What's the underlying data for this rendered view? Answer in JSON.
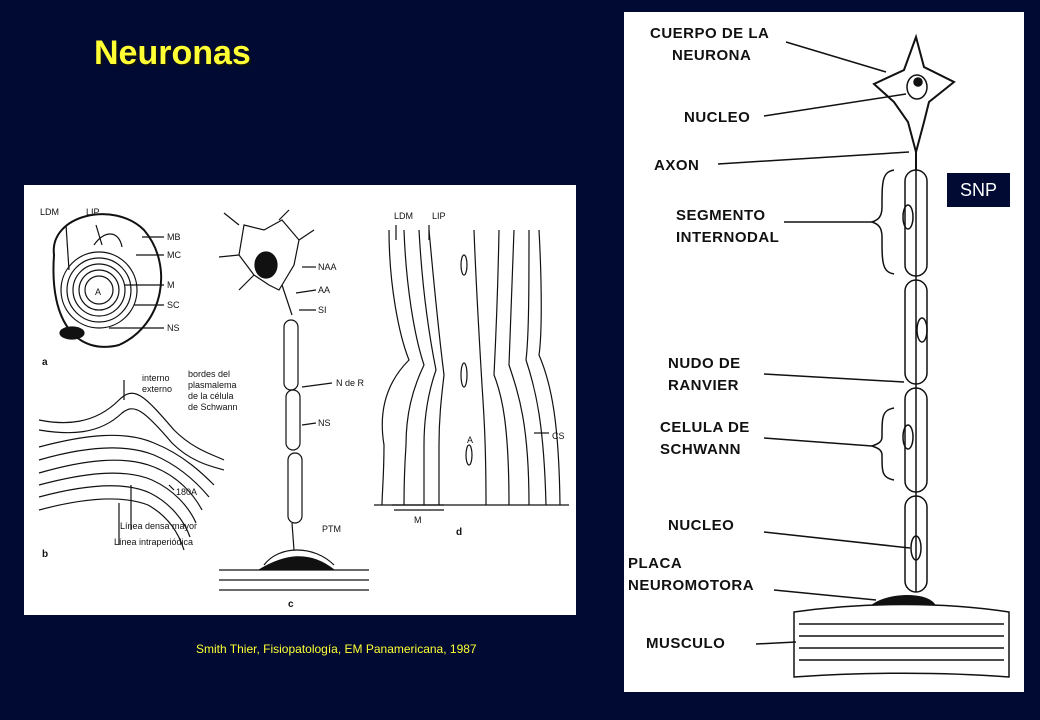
{
  "title": "Neuronas",
  "snp_label": "SNP",
  "caption": "Smith Thier, Fisiopatología, EM Panamericana, 1987",
  "right_diagram": {
    "labels": {
      "cuerpo": [
        "CUERPO DE LA",
        "NEURONA"
      ],
      "nucleo_top": "NUCLEO",
      "axon": "AXON",
      "segmento": [
        "SEGMENTO",
        "INTERNODAL"
      ],
      "nudo": [
        "NUDO DE",
        "RANVIER"
      ],
      "celula": [
        "CELULA DE",
        "SCHWANN"
      ],
      "nucleo_bottom": "NUCLEO",
      "placa": [
        "PLACA",
        "NEUROMOTORA"
      ],
      "musculo": "MUSCULO"
    }
  },
  "left_diagram": {
    "panel_a": {
      "letter": "a",
      "labels": [
        "LDM",
        "LIP",
        "MB",
        "MC",
        "M",
        "SC",
        "NS",
        "A"
      ]
    },
    "panel_b": {
      "letter": "b",
      "interno": "interno",
      "externo": "externo",
      "bordes": [
        "bordes del",
        "plasmalema",
        "de la célula",
        "de Schwann"
      ],
      "angstrom": "180A",
      "linea_densa": "Línea densa mayor",
      "linea_intra": "Línea intraperiódica"
    },
    "panel_c": {
      "letter": "c",
      "labels": [
        "NAA",
        "AA",
        "SI",
        "N de R",
        "NS",
        "PTM"
      ]
    },
    "panel_d": {
      "letter": "d",
      "labels": [
        "LDM",
        "LIP",
        "A",
        "CS",
        "M"
      ]
    }
  }
}
